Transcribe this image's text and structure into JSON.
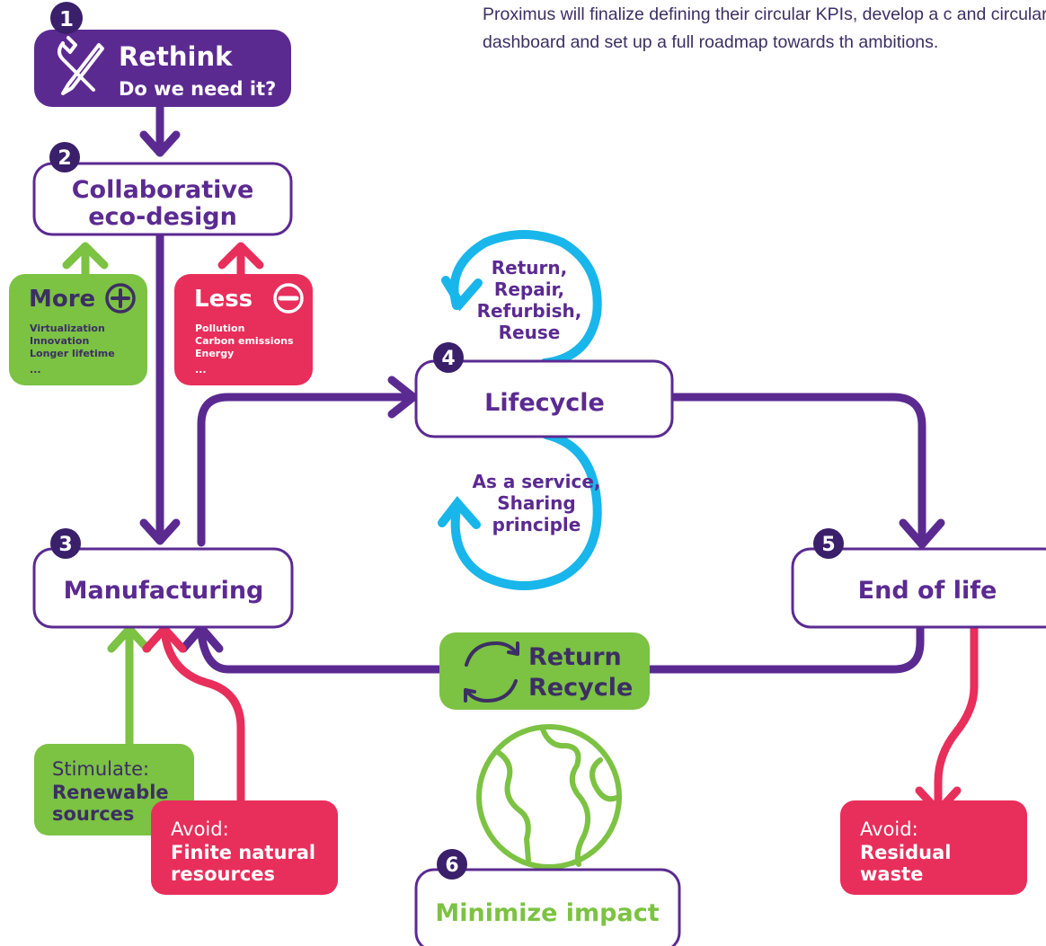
{
  "intro_text": "Proximus will finalize defining their circular KPIs, develop a c and circular dashboard and set up a full roadmap towards th ambitions.",
  "colors": {
    "purple": "#5b2a91",
    "green": "#7cc243",
    "red": "#e82e5b",
    "cyan": "#18b6ea",
    "dark_text": "#3c2f63"
  },
  "steps": [
    {
      "number": "1",
      "title": "Rethink",
      "subtitle": "Do we need it?",
      "icon": "wrench-pencil-icon"
    },
    {
      "number": "2",
      "title_line1": "Collaborative",
      "title_line2": "eco-design"
    },
    {
      "number": "3",
      "title": "Manufacturing"
    },
    {
      "number": "4",
      "title": "Lifecycle"
    },
    {
      "number": "5",
      "title": "End of life"
    },
    {
      "number": "6",
      "title": "Minimize impact",
      "icon": "globe-icon"
    }
  ],
  "more_box": {
    "title": "More",
    "icon": "plus-circle-icon",
    "items": [
      "Virtualization",
      "Innovation",
      "Longer lifetime",
      "..."
    ]
  },
  "less_box": {
    "title": "Less",
    "icon": "minus-circle-icon",
    "items": [
      "Pollution",
      "Carbon emissions",
      "Energy",
      "..."
    ]
  },
  "loop_top": [
    "Return,",
    "Repair,",
    "Refurbish,",
    "Reuse"
  ],
  "loop_bottom": [
    "As a service,",
    "Sharing",
    "principle"
  ],
  "recycle_box": {
    "line1": "Return",
    "line2": "Recycle",
    "icon": "recycle-arrows-icon"
  },
  "stimulate_box": {
    "label": "Stimulate:",
    "line1": "Renewable",
    "line2": "sources"
  },
  "avoid_finite_box": {
    "label": "Avoid:",
    "line1": "Finite natural",
    "line2": "resources"
  },
  "avoid_residual_box": {
    "label": "Avoid:",
    "line1": "Residual",
    "line2": "waste"
  }
}
